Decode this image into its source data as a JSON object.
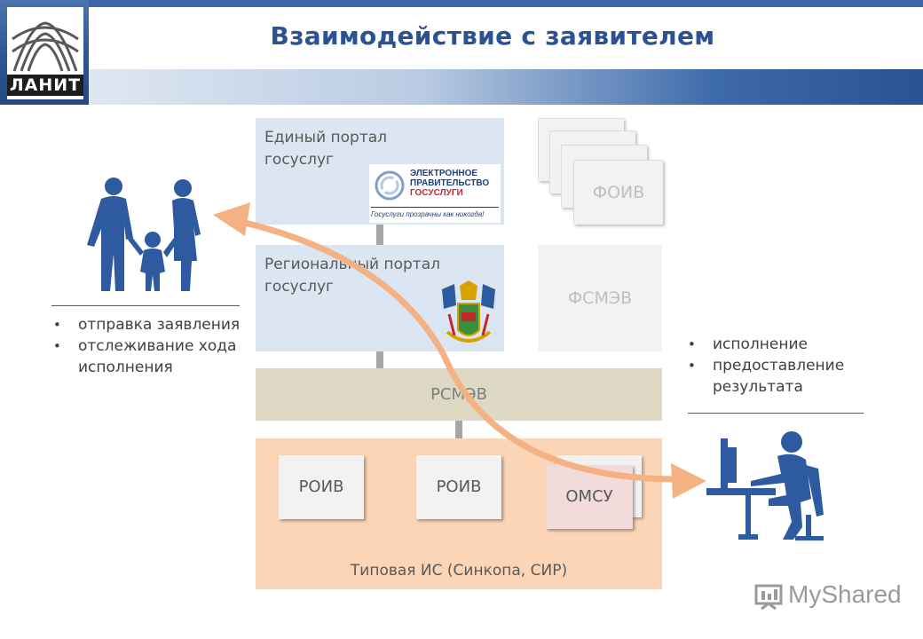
{
  "header": {
    "title": "Взаимодействие с заявителем",
    "logo_text": "ЛАНИТ"
  },
  "diagram": {
    "unified_portal": {
      "label": "Единый портал госуслуг",
      "emblem_lines": [
        "ЭЛЕКТРОННОЕ",
        "ПРАВИТЕЛЬСТВО",
        "ГОСУСЛУГИ"
      ],
      "emblem_slogan": "Госуслуги прозрачны как никогда!"
    },
    "regional_portal": {
      "label": "Региональный портал госуслуг"
    },
    "foiv": "ФОИВ",
    "fsmev": "ФСМЭВ",
    "rsmev": "РСМЭВ",
    "roiv_1": "РОИВ",
    "roiv_2": "РОИВ",
    "omsu": "ОМСУ",
    "typical_is": "Типовая ИС (Синкопа, СИР)"
  },
  "applicant": {
    "bullets": [
      "отправка заявления",
      "отслеживание хода исполнения"
    ]
  },
  "official": {
    "bullets": [
      "исполнение",
      "предоставление результата"
    ]
  },
  "watermark": "MyShared",
  "colors": {
    "header_blue": "#2b5292",
    "silhouette": "#2e5aa0",
    "arrow": "#f4b183",
    "rsmev_bg": "#ddd9c4",
    "typical_is_bg": "#fbd5b5"
  }
}
